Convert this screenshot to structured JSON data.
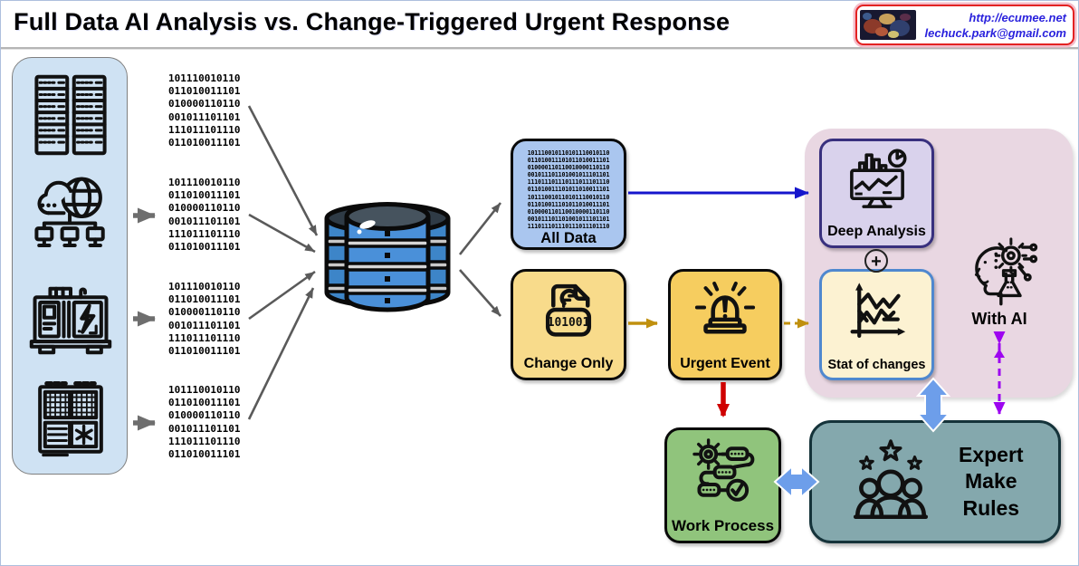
{
  "title": "Full Data AI Analysis vs. Change-Triggered Urgent Response",
  "contact": {
    "url": "http://ecumee.net",
    "email": "lechuck.park@gmail.com"
  },
  "sources": {
    "binary_block": "101110010110\n011010011101\n010000110110\n001011101101\n111011101110\n011010011101",
    "icons": [
      "server-racks",
      "cloud-network",
      "generator",
      "hvac-unit"
    ]
  },
  "database": {
    "icon": "database-stack"
  },
  "nodes": {
    "all_data": {
      "label": "All Data",
      "binary": "101110010110101110010110\n011010011101011010011101\n010000110110010000110110\n001011101101001011101101\n111011101110111011101110\n011010011101011010011101\n101110010110101110010110\n011010011101011010011101\n010000110110010000110110\n001011101101001011101101\n111011101110111011101110"
    },
    "change_only": {
      "label": "Change Only",
      "icon_text": "101001"
    },
    "urgent_event": {
      "label": "Urgent Event"
    },
    "deep_analysis": {
      "label": "Deep Analysis"
    },
    "stat_of_changes": {
      "label": "Stat of changes"
    },
    "with_ai": {
      "label": "With AI"
    },
    "work_process": {
      "label": "Work Process"
    },
    "expert": {
      "label": "Expert\nMake\nRules"
    }
  },
  "symbols": {
    "plus": "+"
  },
  "colors": {
    "panel_blue": "#cfe2f3",
    "all_data_fill": "#aac6ef",
    "change_fill": "#f8db8b",
    "urgent_fill": "#f6cd5f",
    "deep_fill": "#d9d2ec",
    "deep_border": "#38307e",
    "stat_fill": "#fcf2d2",
    "stat_border": "#4f88cf",
    "pink_panel": "#e9d7e2",
    "work_fill": "#90c47c",
    "expert_fill": "#84a8ad",
    "arrow_blue": "#1515cc",
    "arrow_gold": "#c0900e",
    "arrow_red": "#cf0000",
    "arrow_purple": "#9d05f0",
    "thick_arrow_blue": "#6d9eea",
    "contact_border": "#e32222",
    "contact_text": "#2a22dd"
  }
}
